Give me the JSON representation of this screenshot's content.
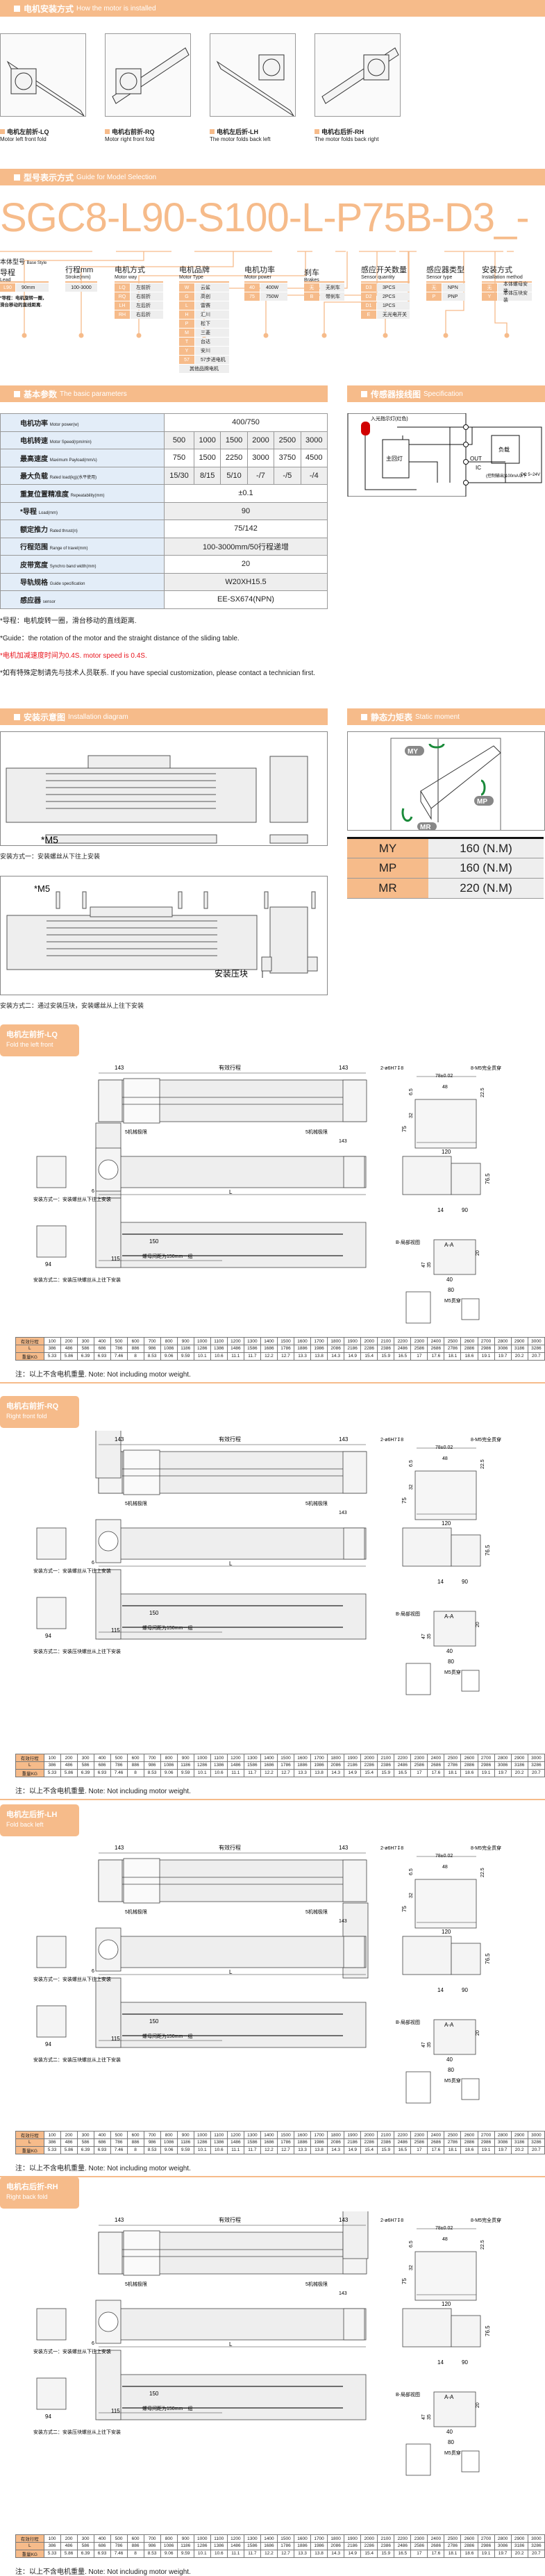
{
  "install_header": {
    "zh": "电机安装方式",
    "en": "How the motor is installed"
  },
  "install_modes": [
    {
      "zh": "电机左前折-LQ",
      "en": "Motor left front fold"
    },
    {
      "zh": "电机右前折-RQ",
      "en": "Motor right front fold"
    },
    {
      "zh": "电机左后折-LH",
      "en": "The motor folds back left"
    },
    {
      "zh": "电机右后折-RH",
      "en": "The motor folds back right"
    }
  ],
  "model_header": {
    "zh": "型号表示方式",
    "en": "Guide for Model Selection"
  },
  "model_code": "SGC8-L90-S100-L-P75B-D3_-",
  "base_style": {
    "zh": "本体型号",
    "en": "Base Style"
  },
  "categories": [
    {
      "zh": "导程",
      "en": "Lead",
      "options": [
        {
          "k": "L90",
          "v": "90mm"
        }
      ],
      "note": "*导程：电机旋转一圈，滑台移动的直线距离."
    },
    {
      "zh": "行程mm",
      "en": "Stroke(mm)",
      "options": [
        {
          "k": "",
          "v": "100-3000"
        }
      ]
    },
    {
      "zh": "电机方式",
      "en": "Motor way",
      "options": [
        {
          "k": "LQ",
          "v": "左前折"
        },
        {
          "k": "RQ",
          "v": "右前折"
        },
        {
          "k": "LH",
          "v": "左后折"
        },
        {
          "k": "RH",
          "v": "右后折"
        }
      ]
    },
    {
      "zh": "电机品牌",
      "en": "Motor Type",
      "options": [
        {
          "k": "W",
          "v": "云鲨"
        },
        {
          "k": "G",
          "v": "高创"
        },
        {
          "k": "L",
          "v": "雷赛"
        },
        {
          "k": "H",
          "v": "汇川"
        },
        {
          "k": "P",
          "v": "松下"
        },
        {
          "k": "M",
          "v": "三菱"
        },
        {
          "k": "T",
          "v": "台达"
        },
        {
          "k": "Y",
          "v": "安川"
        },
        {
          "k": "57",
          "v": "57步进电机"
        }
      ],
      "extra": "其他品牌电机"
    },
    {
      "zh": "电机功率",
      "en": "Motor power",
      "options": [
        {
          "k": "40",
          "v": "400W"
        },
        {
          "k": "75",
          "v": "750W"
        }
      ]
    },
    {
      "zh": "刹车",
      "en": "Brakes",
      "options": [
        {
          "k": "无",
          "v": "无刹车"
        },
        {
          "k": "B",
          "v": "带刹车"
        }
      ]
    },
    {
      "zh": "感应开关数量",
      "en": "Sensor quantity",
      "options": [
        {
          "k": "D3",
          "v": "3PCS"
        },
        {
          "k": "D2",
          "v": "2PCS"
        },
        {
          "k": "D1",
          "v": "1PCS"
        },
        {
          "k": "E",
          "v": "无光电开关"
        }
      ]
    },
    {
      "zh": "感应器类型",
      "en": "Sensor type",
      "options": [
        {
          "k": "无",
          "v": "NPN"
        },
        {
          "k": "P",
          "v": "PNP"
        }
      ]
    },
    {
      "zh": "安装方式",
      "en": "Installation method",
      "options": [
        {
          "k": "无",
          "v": "本体螺母安装"
        },
        {
          "k": "Y",
          "v": "本体压块安装"
        }
      ]
    }
  ],
  "params_header": {
    "zh": "基本参数",
    "en": "The basic parameters"
  },
  "params": [
    {
      "zh": "电机功率",
      "en": "Motor power(w)",
      "value": "400/750"
    },
    {
      "zh": "电机转速",
      "en": "Motor Speed(rpm/min)",
      "values": [
        "500",
        "1000",
        "1500",
        "2000",
        "2500",
        "3000"
      ]
    },
    {
      "zh": "最高速度",
      "en": "Maximum Payload(mm/s)",
      "values": [
        "750",
        "1500",
        "2250",
        "3000",
        "3750",
        "4500"
      ]
    },
    {
      "zh": "最大负载",
      "en": "Rated load(kg)(水平使用)",
      "values": [
        "15/30",
        "8/15",
        "5/10",
        "-/7",
        "-/5",
        "-/4"
      ]
    },
    {
      "zh": "重复位置精准度",
      "en": "Repeatability(mm)",
      "value": "±0.1"
    },
    {
      "zh": "*导程",
      "en": "Load(mm)",
      "value": "90"
    },
    {
      "zh": "额定推力",
      "en": "Rated thrust(n)",
      "value": "75/142"
    },
    {
      "zh": "行程范围",
      "en": "Range of travel(mm)",
      "value": "100-3000mm/50行程递增"
    },
    {
      "zh": "皮带宽度",
      "en": "Synchro band width(mm)",
      "value": "20"
    },
    {
      "zh": "导轨规格",
      "en": "Guide specification",
      "value": "W20XH15.5"
    },
    {
      "zh": "感应器",
      "en": "sensor",
      "value": "EE-SX674(NPN)"
    }
  ],
  "notes": [
    "*导程：电机旋转一圈，滑台移动的直线距离.",
    "*Guide：the rotation of the motor and the straight distance of the sliding table.",
    "*电机加减速度时间为0.4S.  motor speed is 0.4S.",
    "*如有特殊定制请先与技术人员联系.  If you have special customization, please contact a technician first."
  ],
  "notes_highlight_color": "#e8141c",
  "sensor_header": {
    "zh": "传感器接线图",
    "en": "Specification"
  },
  "sensor_diagram": {
    "led": "入光指示灯(红色)",
    "main": "主回灯",
    "load": "负载",
    "out": "OUT",
    "ic": "IC",
    "dc": "DC 5~24V",
    "ctrl": "(控制输出)100mA以下"
  },
  "installation_header": {
    "zh": "安装示意图",
    "en": "Installation diagram"
  },
  "install_diagram": {
    "m5": "*M5",
    "block": "安装压块",
    "cap1": "安装方式一：安装螺丝从下往上安装",
    "cap2": "安装方式二：通过安装压块，安装螺丝从上往下安装"
  },
  "static_header": {
    "zh": "静态力矩表",
    "en": "Static moment"
  },
  "static_moment": [
    {
      "k": "MY",
      "v": "160 (N.M)"
    },
    {
      "k": "MP",
      "v": "160 (N.M)"
    },
    {
      "k": "MR",
      "v": "220 (N.M)"
    }
  ],
  "drawing_labels": {
    "d143": "143",
    "stroke": "有效行程",
    "limit": "5机械极限",
    "L": "L",
    "d6": "6",
    "d115": "115",
    "d150": "150",
    "nut": "螺母间距为150mm一组",
    "hole1": "2-ø6H7↧8",
    "hole2": "8-M5完全贯穿",
    "d78": "78±0.02",
    "d48": "48",
    "d120": "120",
    "d75": "75",
    "d32": "32",
    "d65": "6.5",
    "d225": "22.5",
    "d765": "76.5",
    "d14": "14",
    "d90": "90",
    "d94": "94",
    "d80": "80",
    "d40": "40",
    "d47": "47",
    "d35": "35",
    "d20": "20",
    "aa": "A-A",
    "blocal": "B-局部视图",
    "m5": "M5贯穿",
    "capA": "安装方式一：安装螺丝从下往上安装",
    "capB": "安装方式二：安装压块螺丝从上往下安装"
  },
  "length_table": {
    "h1": "有效行程",
    "h2": "L",
    "h3": "重量KG",
    "stroke": [
      "100",
      "200",
      "300",
      "400",
      "500",
      "600",
      "700",
      "800",
      "900",
      "1000",
      "1100",
      "1200",
      "1300",
      "1400",
      "1500",
      "1600",
      "1700",
      "1800",
      "1900",
      "2000",
      "2100",
      "2200",
      "2300",
      "2400",
      "2500",
      "2600",
      "2700",
      "2800",
      "2900",
      "3000"
    ],
    "L": [
      "386",
      "486",
      "586",
      "686",
      "786",
      "886",
      "986",
      "1086",
      "1186",
      "1286",
      "1386",
      "1486",
      "1586",
      "1686",
      "1786",
      "1886",
      "1986",
      "2086",
      "2186",
      "2286",
      "2386",
      "2486",
      "2586",
      "2686",
      "2786",
      "2886",
      "2986",
      "3086",
      "3186",
      "3286"
    ],
    "weight": [
      "5.33",
      "5.86",
      "6.39",
      "6.93",
      "7.46",
      "8",
      "8.53",
      "9.06",
      "9.59",
      "10.1",
      "10.6",
      "11.1",
      "11.7",
      "12.2",
      "12.7",
      "13.3",
      "13.8",
      "14.3",
      "14.9",
      "15.4",
      "15.9",
      "16.5",
      "17",
      "17.6",
      "18.1",
      "18.6",
      "19.1",
      "19.7",
      "20.2",
      "20.7"
    ],
    "note": "注：以上不含电机重量. Note: Not including motor weight."
  },
  "sections": [
    {
      "zh": "电机左前折-LQ",
      "en": "Fold the left front"
    },
    {
      "zh": "电机右前折-RQ",
      "en": "Right front fold"
    },
    {
      "zh": "电机左后折-LH",
      "en": "Fold back left"
    },
    {
      "zh": "电机右后折-RH",
      "en": "Right back fold"
    }
  ],
  "accent": "#f6bb8a"
}
